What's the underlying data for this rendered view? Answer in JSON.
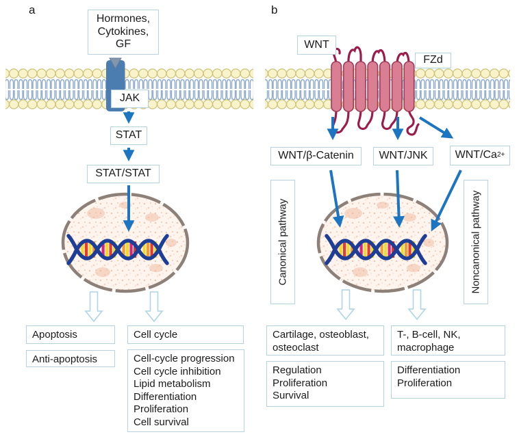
{
  "colors": {
    "arrow_blue": "#1b75c0",
    "box_border": "#b5d2e0",
    "membrane_head": "#f8f3cb",
    "membrane_head_border": "#cfc176",
    "membrane_tail": "#8ca9c9",
    "receptor_blue": "#4b7db0",
    "ligand_gray": "#8496ab",
    "helix_pink": "#d97e93",
    "helix_border": "#a03a58",
    "loop_maroon": "#9c1b4a",
    "nucleus_fill": "#fdf4ee",
    "nucleus_speckle": "#f0b79c",
    "nucleus_border": "#8d8078",
    "dna_strand": "#1e3d95",
    "dna_bar_1": "#f3d92b",
    "dna_bar_2": "#e8392b",
    "dna_bar_3": "#f29d2f",
    "dna_bar_4": "#d6247e",
    "hollow_arrow_border": "#add4e4",
    "text": "#1a1a1a"
  },
  "panel_a": {
    "label": "a",
    "ligand_box": "Hormones,\nCytokines,\nGF",
    "receptor_label": "JAK",
    "stat_label": "STAT",
    "stat_dimer_label": "STAT/STAT",
    "output_apoptosis": "Apoptosis",
    "output_anti_apoptosis": "Anti-apoptosis",
    "output_cell_cycle": "Cell cycle",
    "output_cell_cycle_list": "Cell-cycle progression\nCell cycle inhibition\nLipid metabolism\nDifferentiation\nProliferation\nCell survival"
  },
  "panel_b": {
    "label": "b",
    "ligand_label": "WNT",
    "receptor_label": "FZd",
    "pathway_canonical": "WNT/β-Catenin",
    "pathway_jnk": "WNT/JNK",
    "pathway_ca_base": "WNT/Ca",
    "pathway_ca_sup": "2+",
    "canonical_pathway_label": "Canonical pathway",
    "noncanonical_pathway_label": "Noncanonical pathway",
    "output_cells_canonical": "Cartilage, osteoblast,\nosteoclast",
    "output_cells_noncanonical": "T-, B-cell, NK,\nmacrophage",
    "output_functions_canonical": "Regulation\nProliferation\nSurvival",
    "output_functions_noncanonical": "Differentiation\nProliferation"
  }
}
